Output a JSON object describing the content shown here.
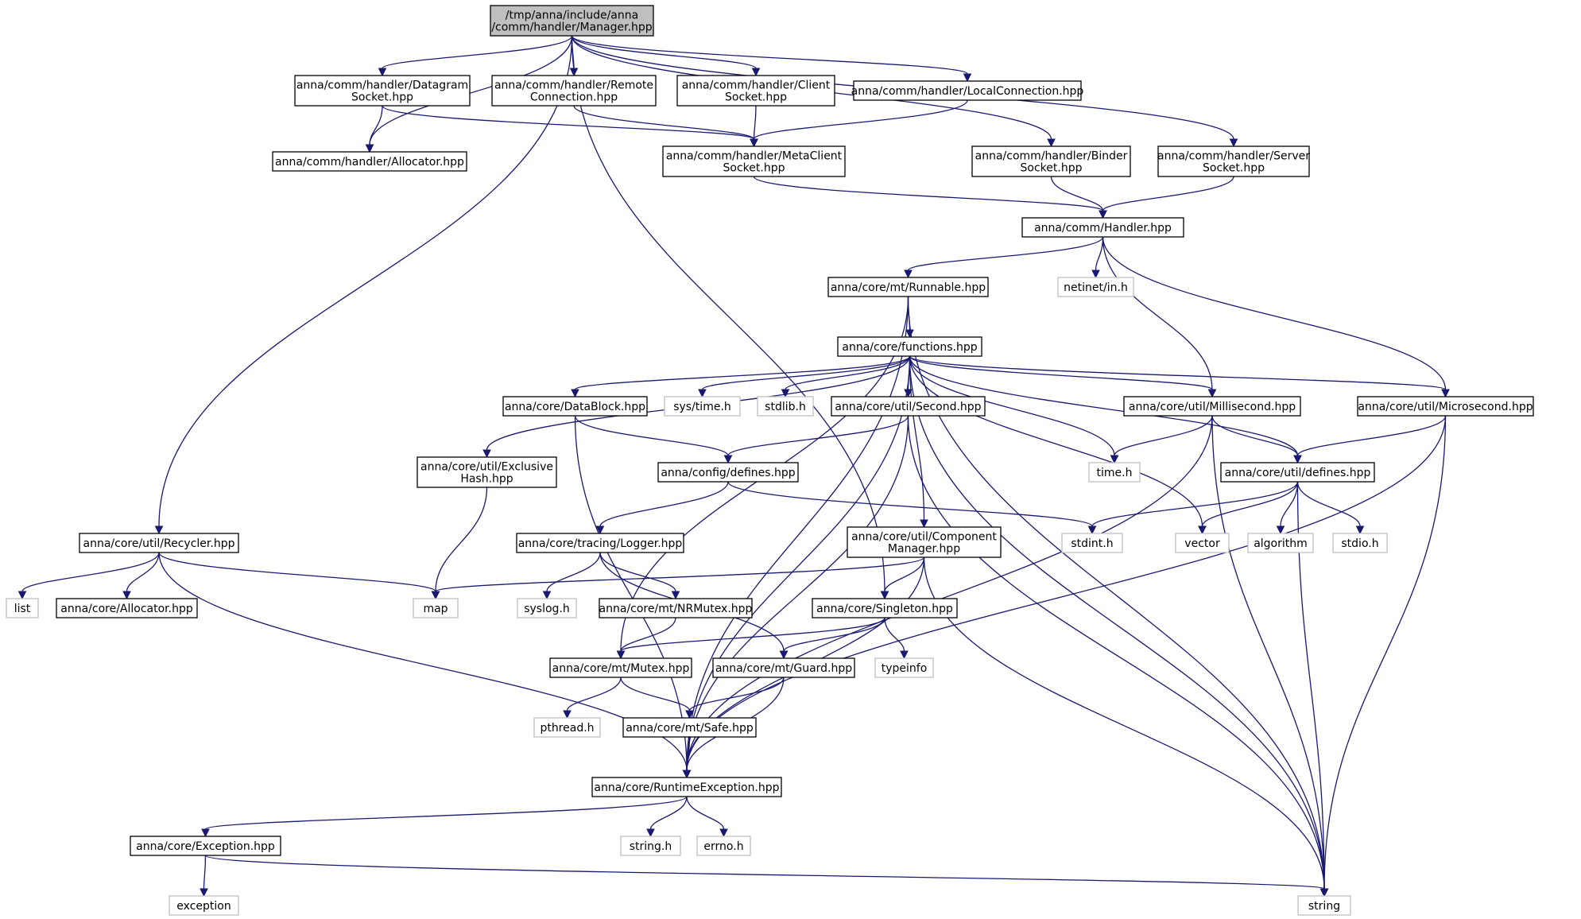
{
  "colors": {
    "edge": "#191970",
    "root_fill": "#bfbfbf",
    "local_border": "#000000",
    "external_border": "#bfbfbf"
  },
  "nodes": [
    {
      "id": "root",
      "lines": [
        "/tmp/anna/include/anna",
        "/comm/handler/Manager.hpp"
      ],
      "kind": "root"
    },
    {
      "id": "dgram",
      "lines": [
        "anna/comm/handler/Datagram",
        "Socket.hpp"
      ],
      "kind": "local"
    },
    {
      "id": "remote",
      "lines": [
        "anna/comm/handler/Remote",
        "Connection.hpp"
      ],
      "kind": "local"
    },
    {
      "id": "client",
      "lines": [
        "anna/comm/handler/Client",
        "Socket.hpp"
      ],
      "kind": "local"
    },
    {
      "id": "localconn",
      "lines": [
        "anna/comm/handler/LocalConnection.hpp"
      ],
      "kind": "local"
    },
    {
      "id": "alloc",
      "lines": [
        "anna/comm/handler/Allocator.hpp"
      ],
      "kind": "local"
    },
    {
      "id": "meta",
      "lines": [
        "anna/comm/handler/MetaClient",
        "Socket.hpp"
      ],
      "kind": "local"
    },
    {
      "id": "binder",
      "lines": [
        "anna/comm/handler/Binder",
        "Socket.hpp"
      ],
      "kind": "local"
    },
    {
      "id": "server",
      "lines": [
        "anna/comm/handler/Server",
        "Socket.hpp"
      ],
      "kind": "local"
    },
    {
      "id": "handler",
      "lines": [
        "anna/comm/Handler.hpp"
      ],
      "kind": "local"
    },
    {
      "id": "runnable",
      "lines": [
        "anna/core/mt/Runnable.hpp"
      ],
      "kind": "local"
    },
    {
      "id": "netinet",
      "lines": [
        "netinet/in.h"
      ],
      "kind": "ext"
    },
    {
      "id": "functions",
      "lines": [
        "anna/core/functions.hpp"
      ],
      "kind": "local"
    },
    {
      "id": "datablock",
      "lines": [
        "anna/core/DataBlock.hpp"
      ],
      "kind": "local"
    },
    {
      "id": "systime",
      "lines": [
        "sys/time.h"
      ],
      "kind": "ext"
    },
    {
      "id": "stdlib",
      "lines": [
        "stdlib.h"
      ],
      "kind": "ext"
    },
    {
      "id": "second",
      "lines": [
        "anna/core/util/Second.hpp"
      ],
      "kind": "local"
    },
    {
      "id": "milli",
      "lines": [
        "anna/core/util/Millisecond.hpp"
      ],
      "kind": "local"
    },
    {
      "id": "micro",
      "lines": [
        "anna/core/util/Microsecond.hpp"
      ],
      "kind": "local"
    },
    {
      "id": "exclusive",
      "lines": [
        "anna/core/util/Exclusive",
        "Hash.hpp"
      ],
      "kind": "local"
    },
    {
      "id": "configdef",
      "lines": [
        "anna/config/defines.hpp"
      ],
      "kind": "local"
    },
    {
      "id": "timeh",
      "lines": [
        "time.h"
      ],
      "kind": "ext"
    },
    {
      "id": "utildef",
      "lines": [
        "anna/core/util/defines.hpp"
      ],
      "kind": "local"
    },
    {
      "id": "recycler",
      "lines": [
        "anna/core/util/Recycler.hpp"
      ],
      "kind": "local"
    },
    {
      "id": "logger",
      "lines": [
        "anna/core/tracing/Logger.hpp"
      ],
      "kind": "local"
    },
    {
      "id": "compmgr",
      "lines": [
        "anna/core/util/Component",
        "Manager.hpp"
      ],
      "kind": "local"
    },
    {
      "id": "stdint",
      "lines": [
        "stdint.h"
      ],
      "kind": "ext"
    },
    {
      "id": "vector",
      "lines": [
        "vector"
      ],
      "kind": "ext"
    },
    {
      "id": "algorithm",
      "lines": [
        "algorithm"
      ],
      "kind": "ext"
    },
    {
      "id": "stdio",
      "lines": [
        "stdio.h"
      ],
      "kind": "ext"
    },
    {
      "id": "list",
      "lines": [
        "list"
      ],
      "kind": "ext"
    },
    {
      "id": "coralloc",
      "lines": [
        "anna/core/Allocator.hpp"
      ],
      "kind": "local"
    },
    {
      "id": "map",
      "lines": [
        "map"
      ],
      "kind": "ext"
    },
    {
      "id": "syslog",
      "lines": [
        "syslog.h"
      ],
      "kind": "ext"
    },
    {
      "id": "nrmutex",
      "lines": [
        "anna/core/mt/NRMutex.hpp"
      ],
      "kind": "local"
    },
    {
      "id": "singleton",
      "lines": [
        "anna/core/Singleton.hpp"
      ],
      "kind": "local"
    },
    {
      "id": "mutex",
      "lines": [
        "anna/core/mt/Mutex.hpp"
      ],
      "kind": "local"
    },
    {
      "id": "guard",
      "lines": [
        "anna/core/mt/Guard.hpp"
      ],
      "kind": "local"
    },
    {
      "id": "typeinfo",
      "lines": [
        "typeinfo"
      ],
      "kind": "ext"
    },
    {
      "id": "pthread",
      "lines": [
        "pthread.h"
      ],
      "kind": "ext"
    },
    {
      "id": "safe",
      "lines": [
        "anna/core/mt/Safe.hpp"
      ],
      "kind": "local"
    },
    {
      "id": "rtexc",
      "lines": [
        "anna/core/RuntimeException.hpp"
      ],
      "kind": "local"
    },
    {
      "id": "exc",
      "lines": [
        "anna/core/Exception.hpp"
      ],
      "kind": "local"
    },
    {
      "id": "stringh",
      "lines": [
        "string.h"
      ],
      "kind": "ext"
    },
    {
      "id": "errno",
      "lines": [
        "errno.h"
      ],
      "kind": "ext"
    },
    {
      "id": "exception",
      "lines": [
        "exception"
      ],
      "kind": "ext"
    },
    {
      "id": "string",
      "lines": [
        "string"
      ],
      "kind": "ext"
    }
  ],
  "edges": [
    [
      "root",
      "dgram"
    ],
    [
      "root",
      "remote"
    ],
    [
      "root",
      "client"
    ],
    [
      "root",
      "localconn"
    ],
    [
      "root",
      "alloc"
    ],
    [
      "root",
      "binder"
    ],
    [
      "root",
      "server"
    ],
    [
      "root",
      "recycler"
    ],
    [
      "root",
      "singleton"
    ],
    [
      "dgram",
      "alloc"
    ],
    [
      "dgram",
      "meta"
    ],
    [
      "remote",
      "meta"
    ],
    [
      "client",
      "meta"
    ],
    [
      "localconn",
      "meta"
    ],
    [
      "meta",
      "handler"
    ],
    [
      "binder",
      "handler"
    ],
    [
      "server",
      "handler"
    ],
    [
      "handler",
      "runnable"
    ],
    [
      "handler",
      "netinet"
    ],
    [
      "handler",
      "milli"
    ],
    [
      "handler",
      "micro"
    ],
    [
      "runnable",
      "functions"
    ],
    [
      "runnable",
      "mutex"
    ],
    [
      "runnable",
      "rtexc"
    ],
    [
      "runnable",
      "string"
    ],
    [
      "functions",
      "datablock"
    ],
    [
      "functions",
      "systime"
    ],
    [
      "functions",
      "stdlib"
    ],
    [
      "functions",
      "second"
    ],
    [
      "functions",
      "milli"
    ],
    [
      "functions",
      "micro"
    ],
    [
      "functions",
      "exclusive"
    ],
    [
      "functions",
      "timeh"
    ],
    [
      "functions",
      "utildef"
    ],
    [
      "functions",
      "compmgr"
    ],
    [
      "functions",
      "vector"
    ],
    [
      "functions",
      "rtexc"
    ],
    [
      "functions",
      "string"
    ],
    [
      "datablock",
      "configdef"
    ],
    [
      "datablock",
      "rtexc"
    ],
    [
      "second",
      "configdef"
    ],
    [
      "second",
      "rtexc"
    ],
    [
      "second",
      "string"
    ],
    [
      "milli",
      "timeh"
    ],
    [
      "milli",
      "utildef"
    ],
    [
      "milli",
      "rtexc"
    ],
    [
      "milli",
      "string"
    ],
    [
      "micro",
      "utildef"
    ],
    [
      "micro",
      "rtexc"
    ],
    [
      "micro",
      "string"
    ],
    [
      "exclusive",
      "map"
    ],
    [
      "configdef",
      "logger"
    ],
    [
      "configdef",
      "stdint"
    ],
    [
      "utildef",
      "stdint"
    ],
    [
      "utildef",
      "vector"
    ],
    [
      "utildef",
      "algorithm"
    ],
    [
      "utildef",
      "stdio"
    ],
    [
      "utildef",
      "string"
    ],
    [
      "recycler",
      "list"
    ],
    [
      "recycler",
      "coralloc"
    ],
    [
      "recycler",
      "map"
    ],
    [
      "recycler",
      "rtexc"
    ],
    [
      "logger",
      "syslog"
    ],
    [
      "logger",
      "nrmutex"
    ],
    [
      "logger",
      "guard"
    ],
    [
      "compmgr",
      "map"
    ],
    [
      "compmgr",
      "singleton"
    ],
    [
      "compmgr",
      "rtexc"
    ],
    [
      "compmgr",
      "string"
    ],
    [
      "nrmutex",
      "mutex"
    ],
    [
      "singleton",
      "mutex"
    ],
    [
      "singleton",
      "guard"
    ],
    [
      "singleton",
      "typeinfo"
    ],
    [
      "mutex",
      "pthread"
    ],
    [
      "mutex",
      "safe"
    ],
    [
      "guard",
      "safe"
    ],
    [
      "guard",
      "rtexc"
    ],
    [
      "safe",
      "rtexc"
    ],
    [
      "rtexc",
      "exc"
    ],
    [
      "rtexc",
      "stringh"
    ],
    [
      "rtexc",
      "errno"
    ],
    [
      "exc",
      "exception"
    ],
    [
      "exc",
      "string"
    ]
  ]
}
